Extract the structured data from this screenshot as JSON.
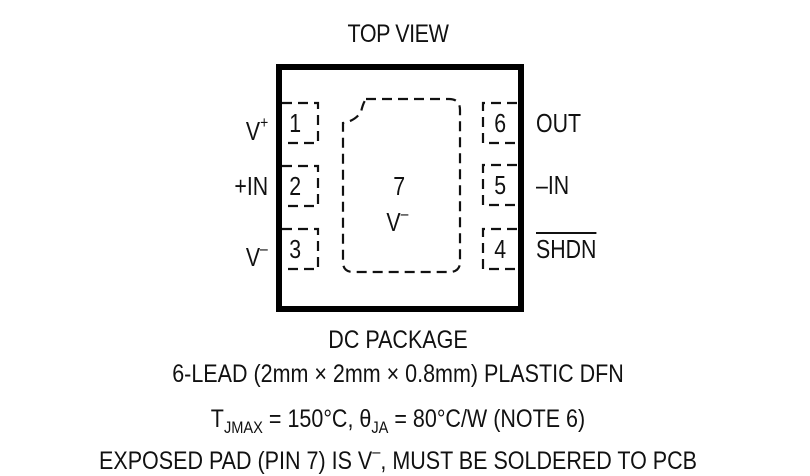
{
  "diagram": {
    "title": "TOP VIEW",
    "package_name": "DC PACKAGE",
    "package_description": "6-LEAD (2mm × 2mm × 0.8mm) PLASTIC DFN",
    "thermal": {
      "tjmax_symbol": "T",
      "tjmax_sub": "JMAX",
      "tjmax_value": " = 150°C, ",
      "theta_symbol": "θ",
      "theta_sub": "JA",
      "theta_value": " = 80°C/W (NOTE 6)"
    },
    "exposed_pad_note": {
      "prefix": "EXPOSED PAD (PIN 7) IS V",
      "sup": "–",
      "suffix": ", MUST BE SOLDERED TO PCB"
    },
    "pins": [
      {
        "number": "1",
        "name": "V",
        "sup": "+",
        "side": "left"
      },
      {
        "number": "2",
        "name": "+IN",
        "sup": "",
        "side": "left"
      },
      {
        "number": "3",
        "name": "V",
        "sup": "–",
        "side": "left"
      },
      {
        "number": "4",
        "name": "SHDN",
        "sup": "",
        "side": "right",
        "overbar": true
      },
      {
        "number": "5",
        "name": "–IN",
        "sup": "",
        "side": "right"
      },
      {
        "number": "6",
        "name": "OUT",
        "sup": "",
        "side": "right"
      }
    ],
    "exposed_pad": {
      "number": "7",
      "name": "V",
      "sup": "–"
    }
  }
}
